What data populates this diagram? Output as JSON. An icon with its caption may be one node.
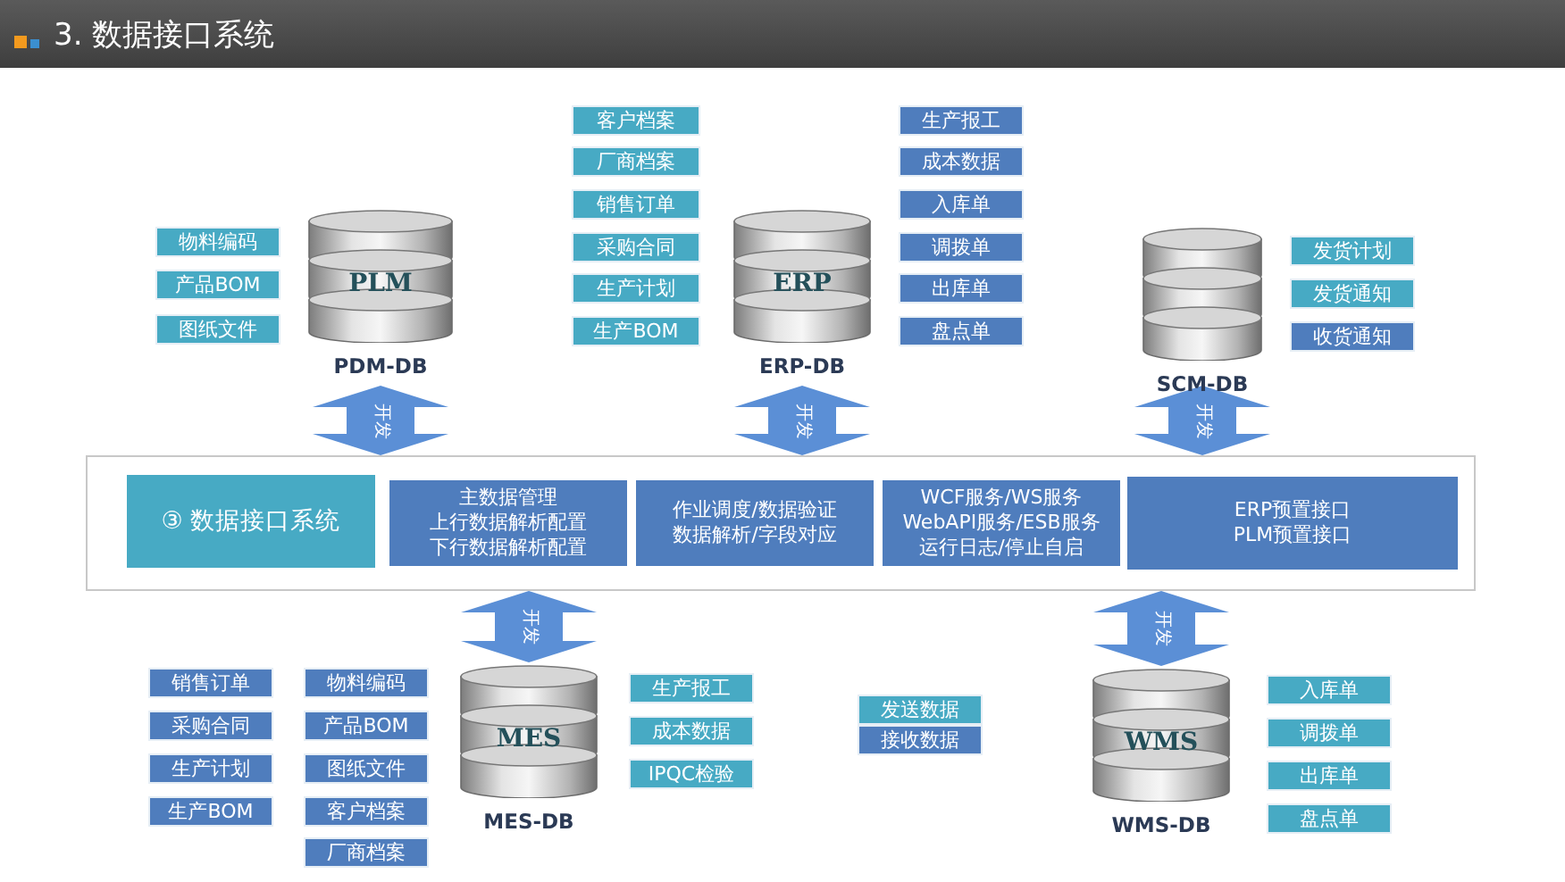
{
  "diagram": {
    "title": "3. 数据接口系统",
    "nodes": [
      {
        "text": [
          "物料编码"
        ]
      },
      {
        "text": [
          "产品BOM"
        ]
      },
      {
        "text": [
          "图纸文件"
        ]
      },
      {
        "text": [
          "PLM",
          "PDM-DB"
        ]
      },
      {
        "text": [
          "客户档案"
        ]
      },
      {
        "text": [
          "厂商档案"
        ]
      },
      {
        "text": [
          "销售订单"
        ]
      },
      {
        "text": [
          "采购合同"
        ]
      },
      {
        "text": [
          "生产计划"
        ]
      },
      {
        "text": [
          "生产BOM"
        ]
      },
      {
        "text": [
          "ERP",
          "ERP-DB"
        ]
      },
      {
        "text": [
          "生产报工"
        ]
      },
      {
        "text": [
          "成本数据"
        ]
      },
      {
        "text": [
          "入库单"
        ]
      },
      {
        "text": [
          "调拨单"
        ]
      },
      {
        "text": [
          "出库单"
        ]
      },
      {
        "text": [
          "盘点单"
        ]
      },
      {
        "text": [
          "SCM-DB"
        ]
      },
      {
        "text": [
          "发货计划"
        ]
      },
      {
        "text": [
          "发货通知"
        ]
      },
      {
        "text": [
          "收货通知"
        ]
      },
      {
        "text": [],
        "shape": "box"
      },
      {
        "text": [
          "③ 数据接口系统"
        ],
        "in": 21
      },
      {
        "text": [
          "主数据管理",
          "上行数据解析配置",
          "下行数据解析配置"
        ],
        "in": 21
      },
      {
        "text": [
          "作业调度/数据验证",
          "数据解析/字段对应"
        ],
        "in": 21
      },
      {
        "text": [
          "WCF服务/WS服务",
          "WebAPI服务/ESB服务",
          "运行日志/停止自启"
        ],
        "in": 21
      },
      {
        "text": [
          "ERP预置接口",
          "PLM预置接口"
        ],
        "in": 21
      },
      {
        "text": [
          "销售订单"
        ]
      },
      {
        "text": [
          "采购合同"
        ]
      },
      {
        "text": [
          "生产计划"
        ]
      },
      {
        "text": [
          "生产BOM"
        ]
      },
      {
        "text": [
          "物料编码"
        ]
      },
      {
        "text": [
          "产品BOM"
        ]
      },
      {
        "text": [
          "图纸文件"
        ]
      },
      {
        "text": [
          "客户档案"
        ]
      },
      {
        "text": [
          "厂商档案"
        ]
      },
      {
        "text": [
          "MES",
          "MES-DB"
        ]
      },
      {
        "text": [
          "生产报工"
        ]
      },
      {
        "text": [
          "成本数据"
        ]
      },
      {
        "text": [
          "IPQC检验"
        ]
      },
      {
        "text": [
          "发送数据"
        ]
      },
      {
        "text": [
          "接收数据"
        ]
      },
      {
        "text": [
          "WMS",
          "WMS-DB"
        ]
      },
      {
        "text": [
          "入库单"
        ]
      },
      {
        "text": [
          "调拨单"
        ]
      },
      {
        "text": [
          "出库单"
        ]
      },
      {
        "text": [
          "盘点单"
        ]
      }
    ],
    "edges": [
      {
        "from": 3,
        "to": 21,
        "arrow": "both",
        "label": "开发"
      },
      {
        "from": 10,
        "to": 21,
        "arrow": "both",
        "label": "开发"
      },
      {
        "from": 17,
        "to": 21,
        "arrow": "both",
        "label": "开发"
      },
      {
        "from": 36,
        "to": 21,
        "arrow": "both",
        "label": "开发"
      },
      {
        "from": 42,
        "to": 21,
        "arrow": "both",
        "label": "开发"
      }
    ]
  }
}
